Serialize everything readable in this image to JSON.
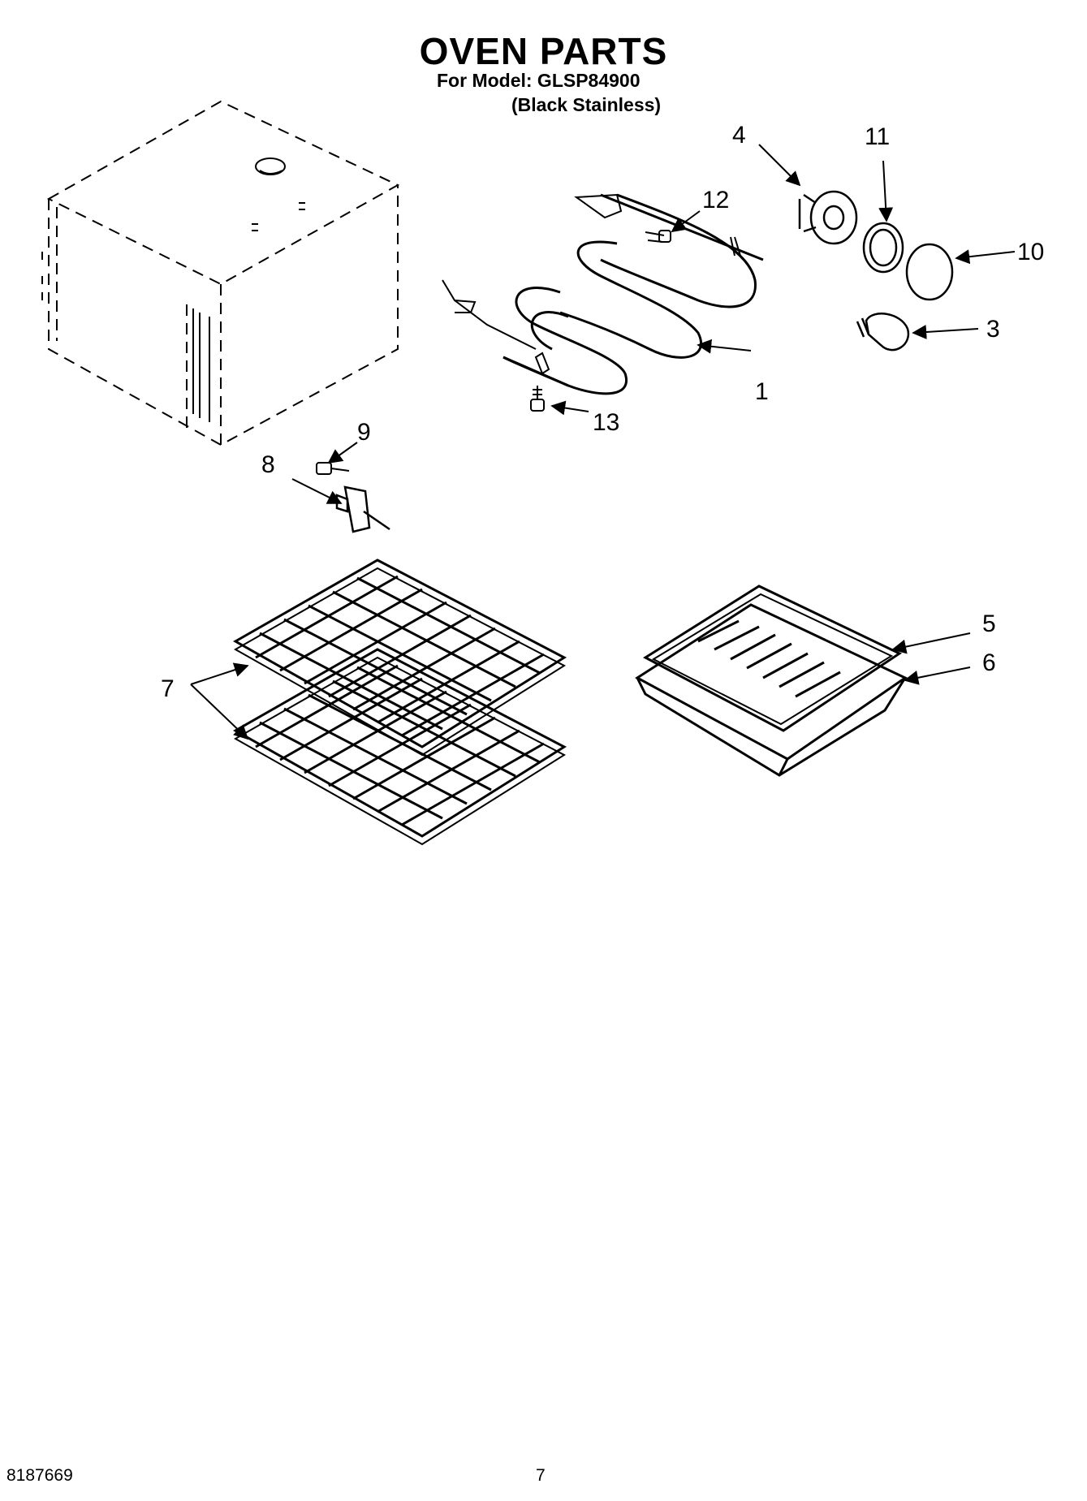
{
  "header": {
    "title": "OVEN PARTS",
    "model_line": "For Model: GLSP84900",
    "finish_line": "(Black Stainless)"
  },
  "footer": {
    "document_number": "8187669",
    "page_number": "7"
  },
  "callouts": {
    "c1": "1",
    "c3": "3",
    "c4": "4",
    "c5": "5",
    "c6": "6",
    "c7": "7",
    "c8": "8",
    "c9": "9",
    "c10": "10",
    "c11": "11",
    "c12": "12",
    "c13": "13"
  }
}
